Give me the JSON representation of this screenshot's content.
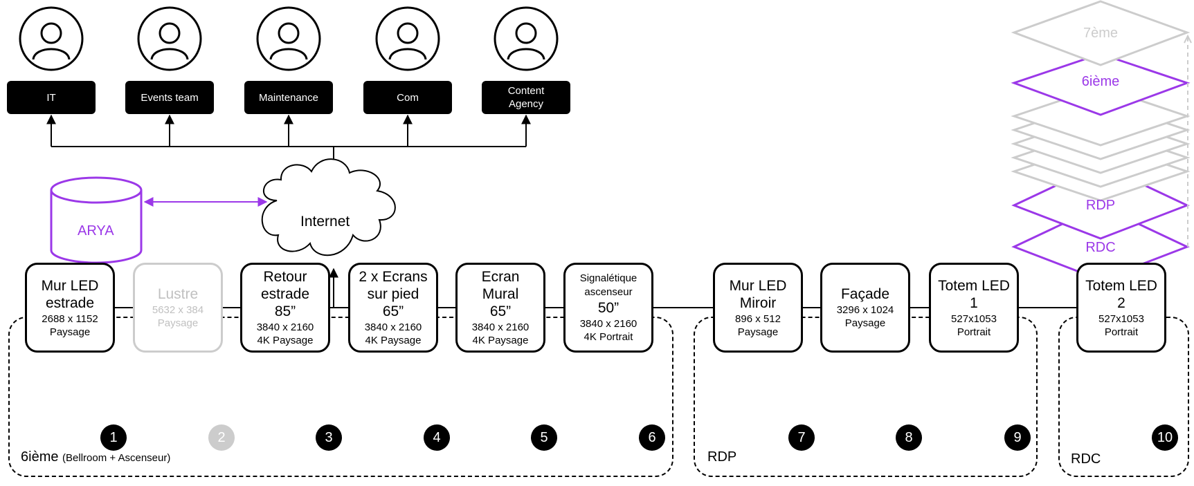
{
  "teams": [
    {
      "label": "IT",
      "icon": "user-icon"
    },
    {
      "label": "Events team",
      "icon": "user-icon"
    },
    {
      "label": "Maintenance",
      "icon": "user-icon"
    },
    {
      "label": "Com",
      "icon": "user-icon"
    },
    {
      "label": "Content\nAgency",
      "icon": "user-icon"
    }
  ],
  "internet": {
    "label": "Internet",
    "icon": "cloud-icon"
  },
  "database": {
    "label": "ARYA",
    "icon": "database-icon",
    "color": "#9b38e8"
  },
  "floors": [
    {
      "label": "7ème",
      "active": false
    },
    {
      "label": "6ième",
      "active": true
    },
    {
      "label": "RDP",
      "active": true
    },
    {
      "label": "RDC",
      "active": true
    }
  ],
  "groups": [
    {
      "label": "6ième",
      "sublabel": "(Bellroom + Ascenseur)"
    },
    {
      "label": "RDP",
      "sublabel": ""
    },
    {
      "label": "RDC",
      "sublabel": ""
    }
  ],
  "devices": [
    {
      "name": "Mur LED\nestrade",
      "spec": "2688 x 1152\nPaysage",
      "number": "1",
      "active": true
    },
    {
      "name": "Lustre",
      "spec": "5632 x 384\nPaysage",
      "number": "2",
      "active": false
    },
    {
      "name": "Retour\nestrade\n85”",
      "spec": "3840 x 2160\n4K Paysage",
      "number": "3",
      "active": true
    },
    {
      "name": "2 x Ecrans\nsur pied\n65”",
      "spec": "3840 x 2160\n4K Paysage",
      "number": "4",
      "active": true
    },
    {
      "name": "Ecran\nMural\n65”",
      "spec": "3840 x 2160\n4K Paysage",
      "number": "5",
      "active": true
    },
    {
      "name": "Signalétique\nascenseur",
      "name2": "50”",
      "spec": "3840 x 2160\n4K Portrait",
      "number": "6",
      "active": true
    },
    {
      "name": "Mur LED\nMiroir",
      "spec": "896 x 512\nPaysage",
      "number": "7",
      "active": true
    },
    {
      "name": "Façade",
      "spec": "3296 x 1024\nPaysage",
      "number": "8",
      "active": true
    },
    {
      "name": "Totem LED\n1",
      "spec": "527x1053\nPortrait",
      "number": "9",
      "active": true
    },
    {
      "name": "Totem LED\n2",
      "spec": "527x1053\nPortrait",
      "number": "10",
      "active": true
    }
  ],
  "colors": {
    "accent": "#9b38e8",
    "inactive": "#cccccc",
    "line": "#000000"
  }
}
